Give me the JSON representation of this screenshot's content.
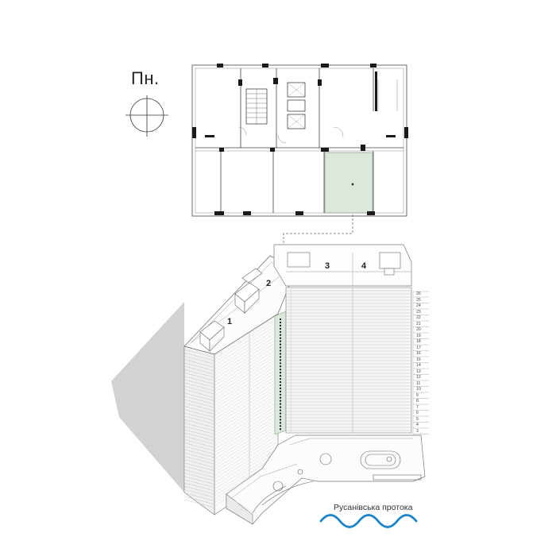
{
  "north_label": "Пн.",
  "river_label": "Русанівська протока",
  "sections": [
    {
      "label": "1"
    },
    {
      "label": "2"
    },
    {
      "label": "3"
    },
    {
      "label": "4"
    }
  ],
  "floors": [
    "26",
    "25",
    "24",
    "23",
    "22",
    "21",
    "20",
    "19",
    "18",
    "17",
    "16",
    "15",
    "14",
    "13",
    "12",
    "11",
    "10",
    "9",
    "8",
    "7",
    "6",
    "5",
    "4",
    "3"
  ],
  "colors": {
    "highlight": "#dbe8db",
    "highlight_stroke": "#8aa88a",
    "water": "#1f87c8",
    "shadow": "#d2d2d2",
    "line": "#8a8a8a",
    "wall": "#1a1a1a"
  },
  "icons": [
    "compass-icon",
    "water-wave-icon"
  ]
}
